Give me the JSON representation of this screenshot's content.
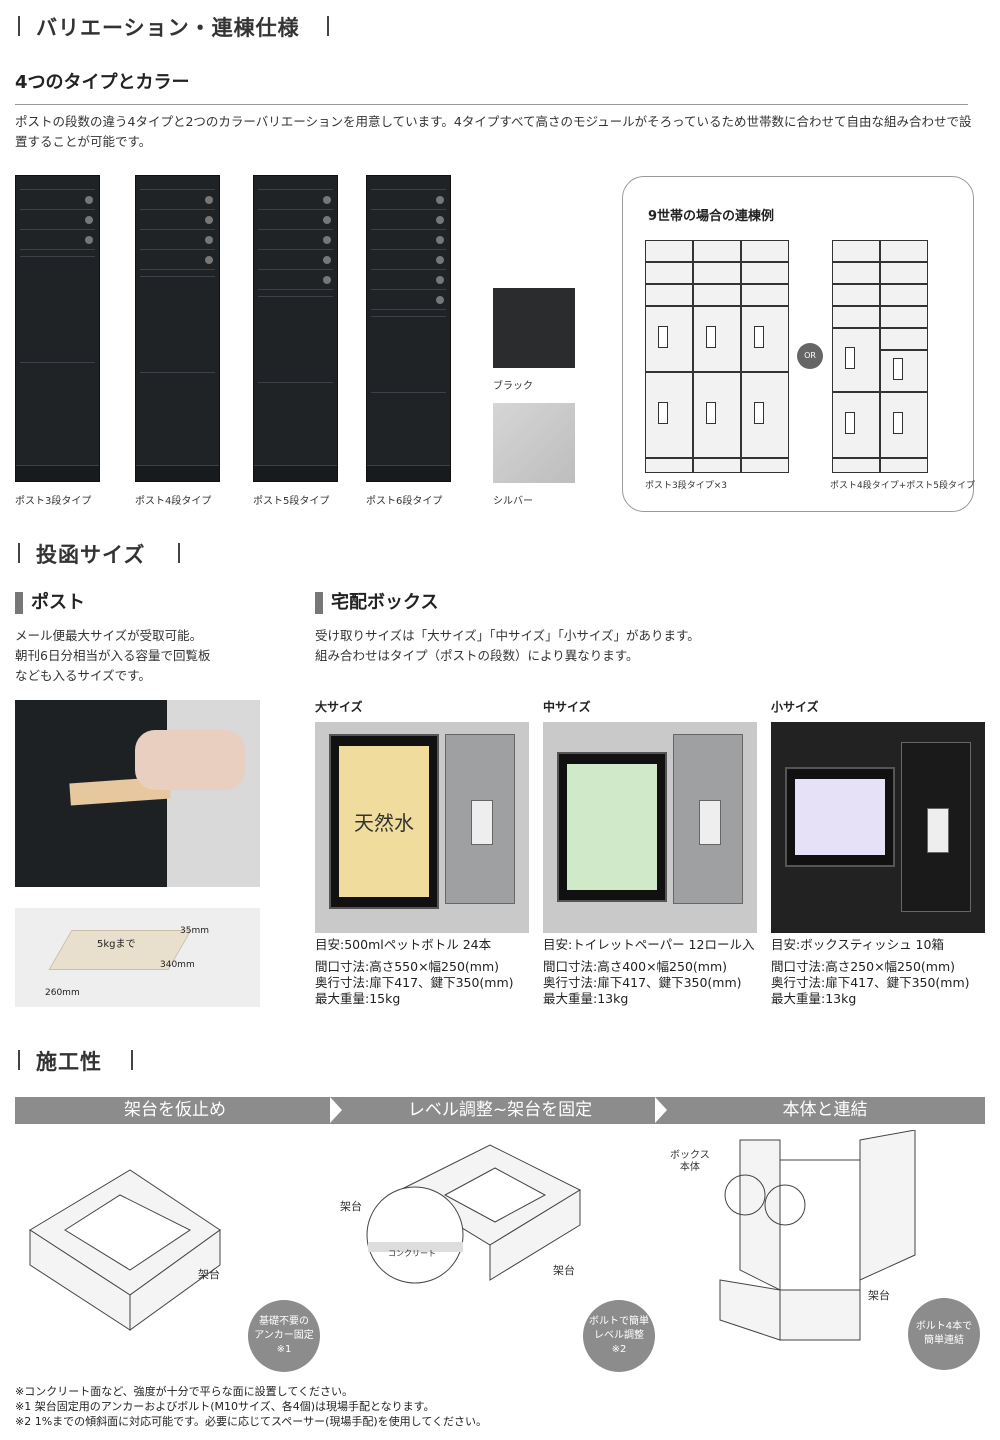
{
  "section1": {
    "title": "バリエーション・連棟仕様",
    "subtitle": "4つのタイプとカラー",
    "description": "ポストの段数の違う4タイプと2つのカラーバリエーションを用意しています。4タイプすべて高さのモジュールがそろっているため世帯数に合わせて自由な組み合わせで設置することが可能です。",
    "types": [
      "ポスト3段タイプ",
      "ポスト4段タイプ",
      "ポスト5段タイプ",
      "ポスト6段タイプ"
    ],
    "colors": [
      {
        "label": "ブラック",
        "hex": "#2a2c2e"
      },
      {
        "label": "シルバー",
        "hex": "#c8c8c8"
      }
    ],
    "example": {
      "title": "9世帯の場合の連棟例",
      "left_caption": "ポスト3段タイプ×3",
      "or": "OR",
      "right_caption": "ポスト4段タイプ+ポスト5段タイプ"
    }
  },
  "section2": {
    "title": "投函サイズ",
    "post": {
      "heading": "ポスト",
      "lines": [
        "メール便最大サイズが受取可能。",
        "朝刊6日分相当が入る容量で回覧板",
        "なども入るサイズです。"
      ],
      "diagram": {
        "weight": "5kgまで",
        "height": "35mm",
        "depth": "340mm",
        "width": "260mm"
      }
    },
    "box": {
      "heading": "宅配ボックス",
      "lines": [
        "受け取りサイズは「大サイズ」「中サイズ」「小サイズ」があります。",
        "組み合わせはタイプ（ポストの段数）により異なります。"
      ],
      "sizes": [
        {
          "name": "大サイズ",
          "example": "目安:500mlペットボトル 24本",
          "opening": "間口寸法:高さ550×幅250(mm)",
          "depth": "奥行寸法:扉下417、鍵下350(mm)",
          "max": "最大重量:15kg",
          "product_text": "天然水"
        },
        {
          "name": "中サイズ",
          "example": "目安:トイレットペーパー 12ロール入",
          "opening": "間口寸法:高さ400×幅250(mm)",
          "depth": "奥行寸法:扉下417、鍵下350(mm)",
          "max": "最大重量:13kg"
        },
        {
          "name": "小サイズ",
          "example": "目安:ボックスティッシュ 10箱",
          "opening": "間口寸法:高さ250×幅250(mm)",
          "depth": "奥行寸法:扉下417、鍵下350(mm)",
          "max": "最大重量:13kg"
        }
      ]
    }
  },
  "section3": {
    "title": "施工性",
    "steps": [
      {
        "label": "架台を仮止め",
        "part": "架台",
        "bubble": [
          "基礎不要の",
          "アンカー固定",
          "※1"
        ]
      },
      {
        "label": "レベル調整~架台を固定",
        "part": "架台",
        "part2": "架台",
        "detail": "コンクリート",
        "bubble": [
          "ボルトで簡単",
          "レベル調整",
          "※2"
        ]
      },
      {
        "label": "本体と連結",
        "part": "架台",
        "body": [
          "ボックス",
          "本体"
        ],
        "bubble": [
          "ボルト4本で",
          "簡単連結"
        ]
      }
    ],
    "notes": [
      "※コンクリート面など、強度が十分で平らな面に設置してください。",
      "※1 架台固定用のアンカーおよびボルト(M10サイズ、各4個)は現場手配となります。",
      "※2 1%までの傾斜面に対応可能です。必要に応じてスペーサー(現場手配)を使用してください。"
    ]
  }
}
